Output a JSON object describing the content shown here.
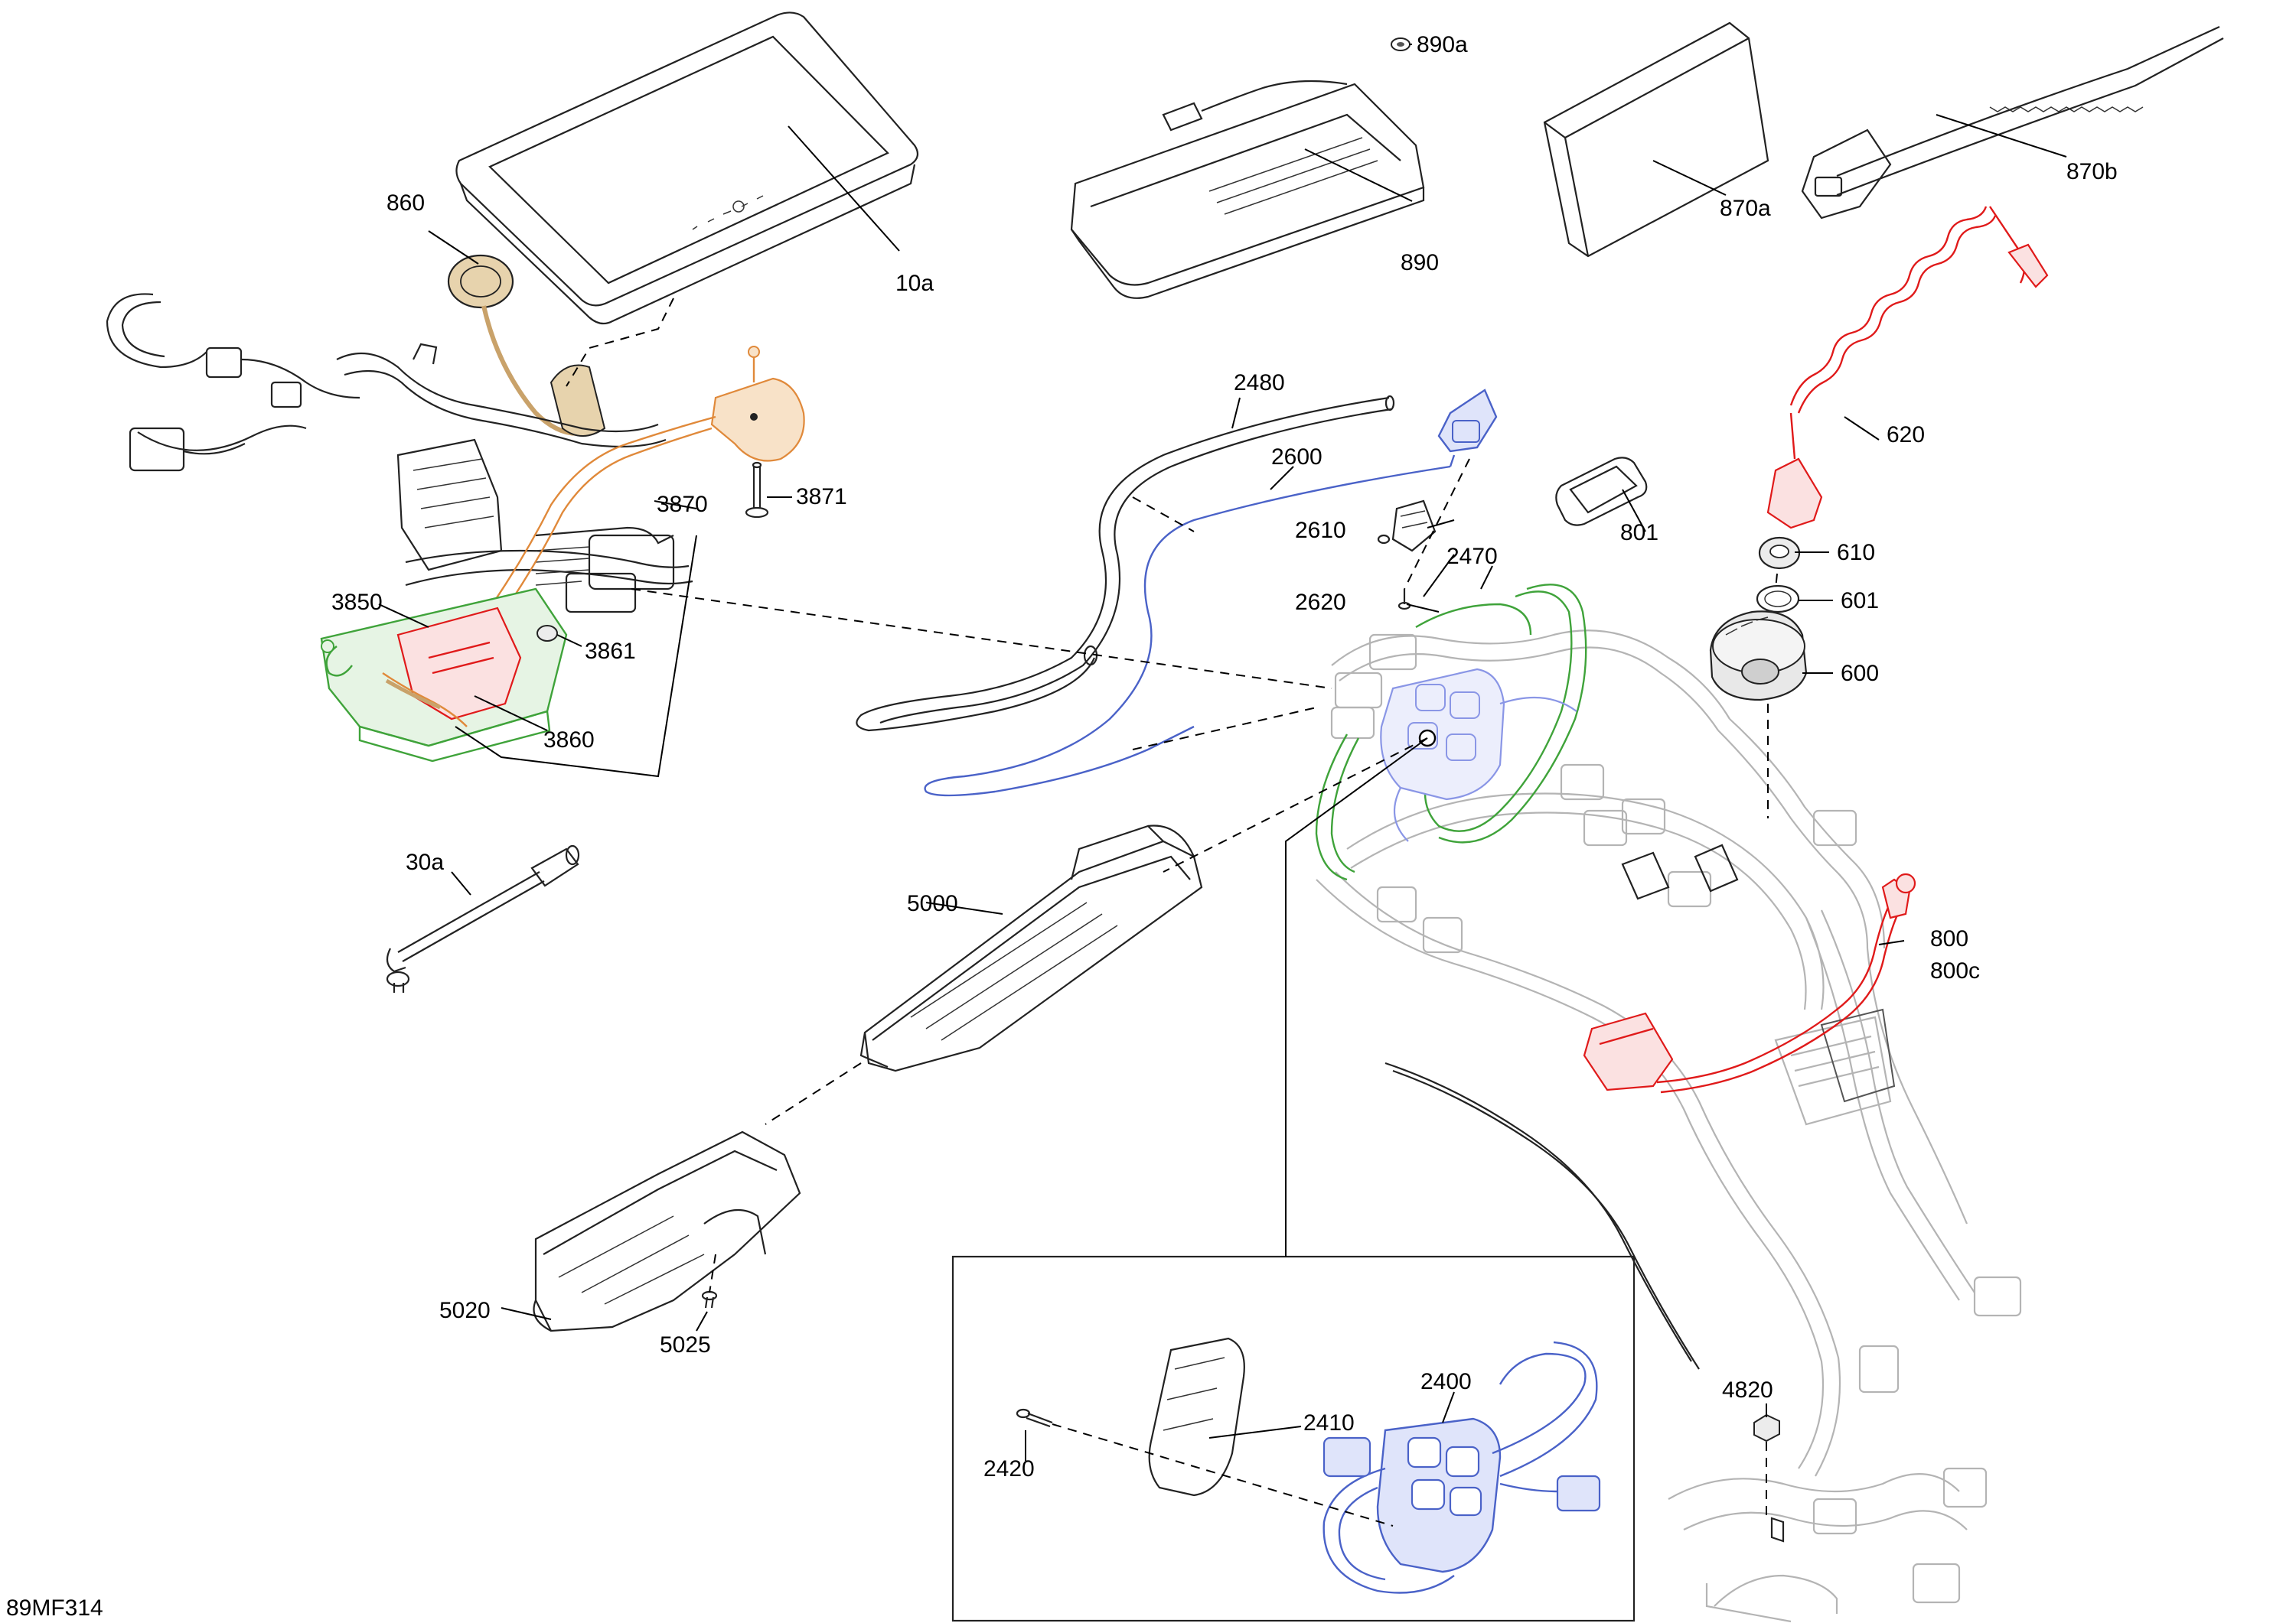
{
  "diagram": {
    "reference_code": "89MF314",
    "labels": [
      {
        "id": "10a",
        "text": "10a"
      },
      {
        "id": "860",
        "text": "860"
      },
      {
        "id": "890a",
        "text": "890a"
      },
      {
        "id": "890",
        "text": "890"
      },
      {
        "id": "870a",
        "text": "870a"
      },
      {
        "id": "870b",
        "text": "870b"
      },
      {
        "id": "2480",
        "text": "2480"
      },
      {
        "id": "2600",
        "text": "2600"
      },
      {
        "id": "2610",
        "text": "2610"
      },
      {
        "id": "2620",
        "text": "2620"
      },
      {
        "id": "2470",
        "text": "2470"
      },
      {
        "id": "620",
        "text": "620"
      },
      {
        "id": "801",
        "text": "801"
      },
      {
        "id": "610",
        "text": "610"
      },
      {
        "id": "601",
        "text": "601"
      },
      {
        "id": "600",
        "text": "600"
      },
      {
        "id": "3871",
        "text": "3871"
      },
      {
        "id": "3870",
        "text": "3870"
      },
      {
        "id": "3850",
        "text": "3850"
      },
      {
        "id": "3861",
        "text": "3861"
      },
      {
        "id": "3860",
        "text": "3860"
      },
      {
        "id": "30a",
        "text": "30a"
      },
      {
        "id": "5000",
        "text": "5000"
      },
      {
        "id": "800",
        "text": "800"
      },
      {
        "id": "800c",
        "text": "800c"
      },
      {
        "id": "5020",
        "text": "5020"
      },
      {
        "id": "5025",
        "text": "5025"
      },
      {
        "id": "4820",
        "text": "4820"
      },
      {
        "id": "2400",
        "text": "2400"
      },
      {
        "id": "2410",
        "text": "2410"
      },
      {
        "id": "2420",
        "text": "2420"
      }
    ]
  },
  "colors": {
    "line": "#222222",
    "ghost": "#b4b4b4",
    "blue": "#4a62c8",
    "green": "#3fa33a",
    "red": "#e01a1a",
    "orange": "#e0893a"
  }
}
